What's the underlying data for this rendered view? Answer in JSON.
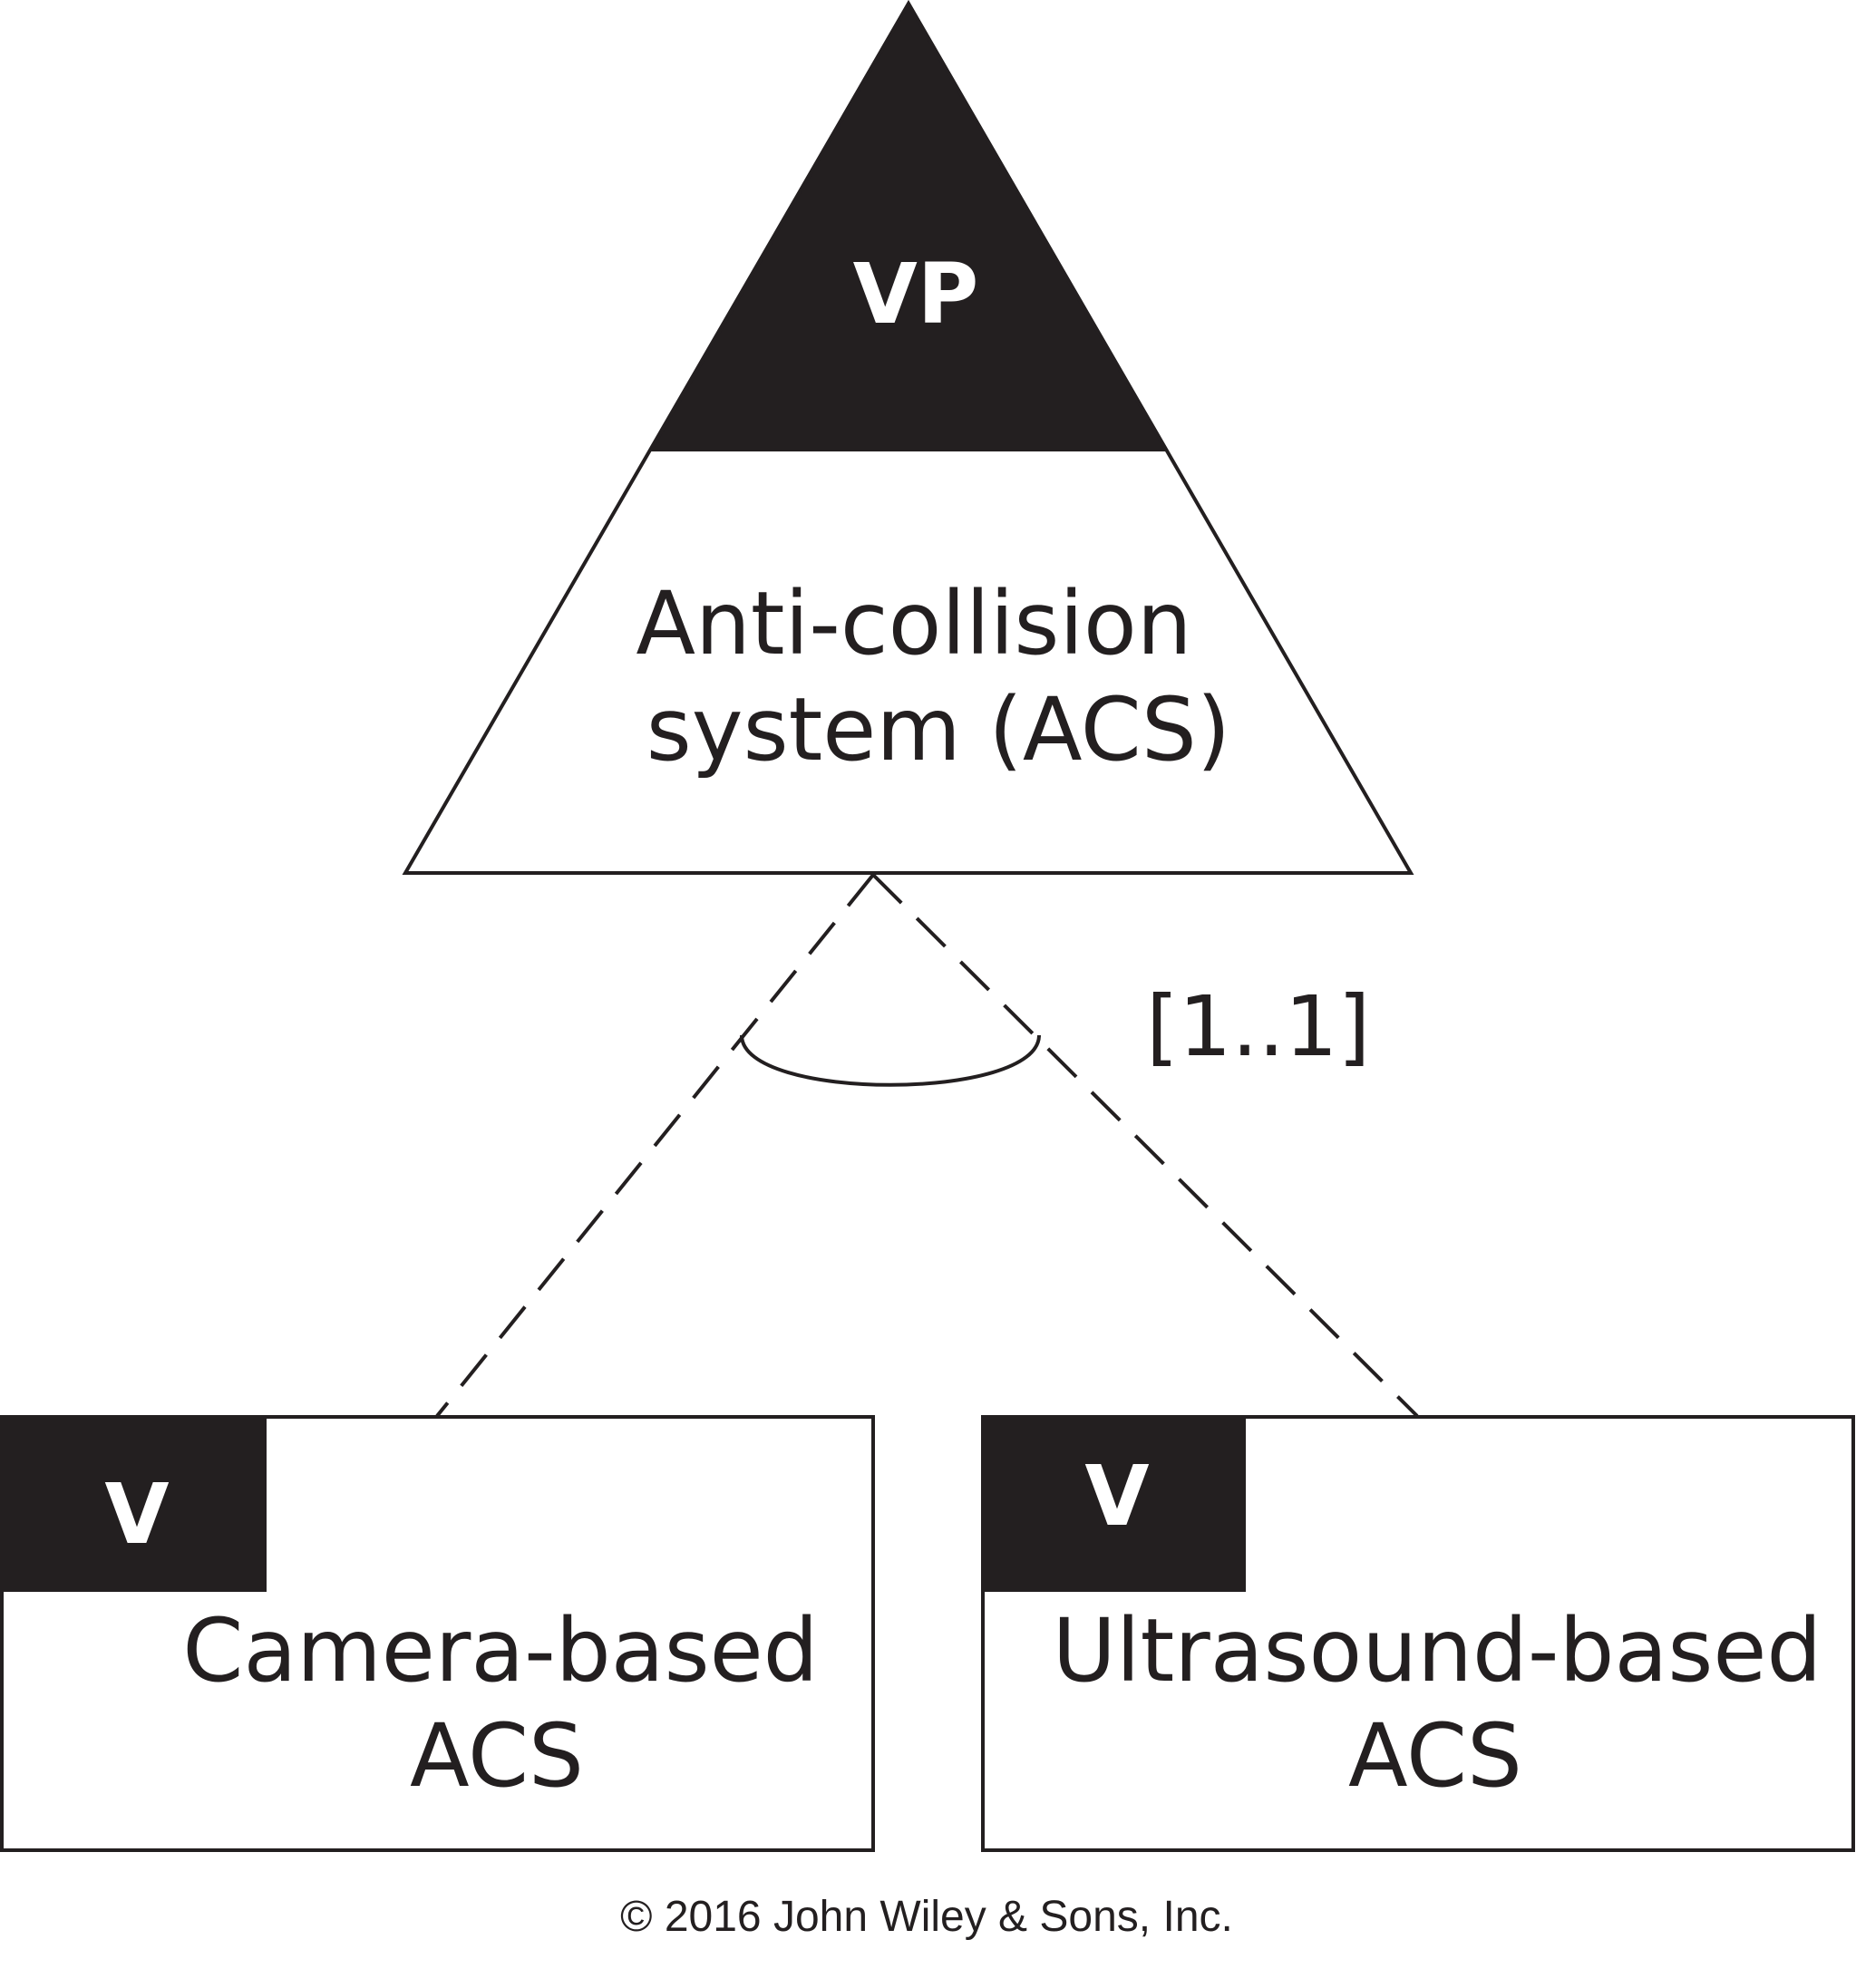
{
  "variation_point": {
    "tag": "VP",
    "name_line1": "Anti-collision",
    "name_line2": "system (ACS)"
  },
  "multiplicity": "[1..1]",
  "variants": [
    {
      "tag": "V",
      "name_line1": "Camera-based",
      "name_line2": "ACS"
    },
    {
      "tag": "V",
      "name_line1": "Ultrasound-based",
      "name_line2": "ACS"
    }
  ],
  "copyright": "© 2016 John Wiley & Sons, Inc.",
  "colors": {
    "ink": "#231f20",
    "background": "#ffffff"
  }
}
